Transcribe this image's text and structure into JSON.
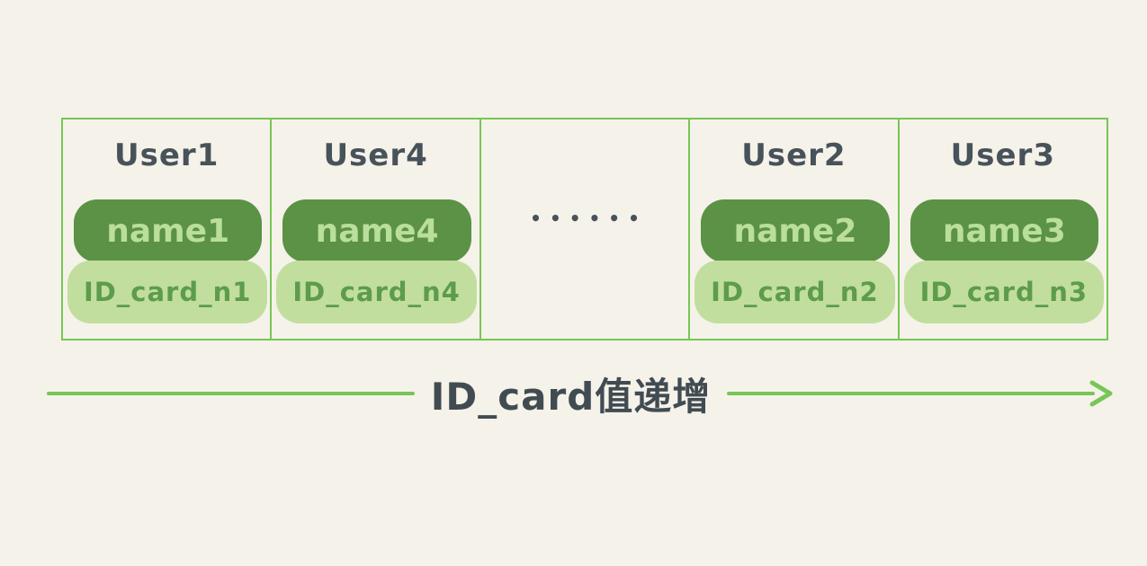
{
  "colors": {
    "background": "#f5f2e9",
    "border_green": "#77c656",
    "pill_dark_green": "#5b9245",
    "pill_dark_text": "#bade9c",
    "pill_light_green": "#c1de9e",
    "pill_light_text": "#5d9c4b",
    "heading_text": "#47525a",
    "arrow_line": "#77c656",
    "arrow_label_text": "#414c52"
  },
  "grid": {
    "cells": [
      {
        "title": "User1",
        "name_label": "name1",
        "id_label": "ID_card_n1"
      },
      {
        "title": "User4",
        "name_label": "name4",
        "id_label": "ID_card_n4"
      },
      {
        "ellipsis": "••••••"
      },
      {
        "title": "User2",
        "name_label": "name2",
        "id_label": "ID_card_n2"
      },
      {
        "title": "User3",
        "name_label": "name3",
        "id_label": "ID_card_n3"
      }
    ]
  },
  "arrow": {
    "label": "ID_card值递增"
  }
}
